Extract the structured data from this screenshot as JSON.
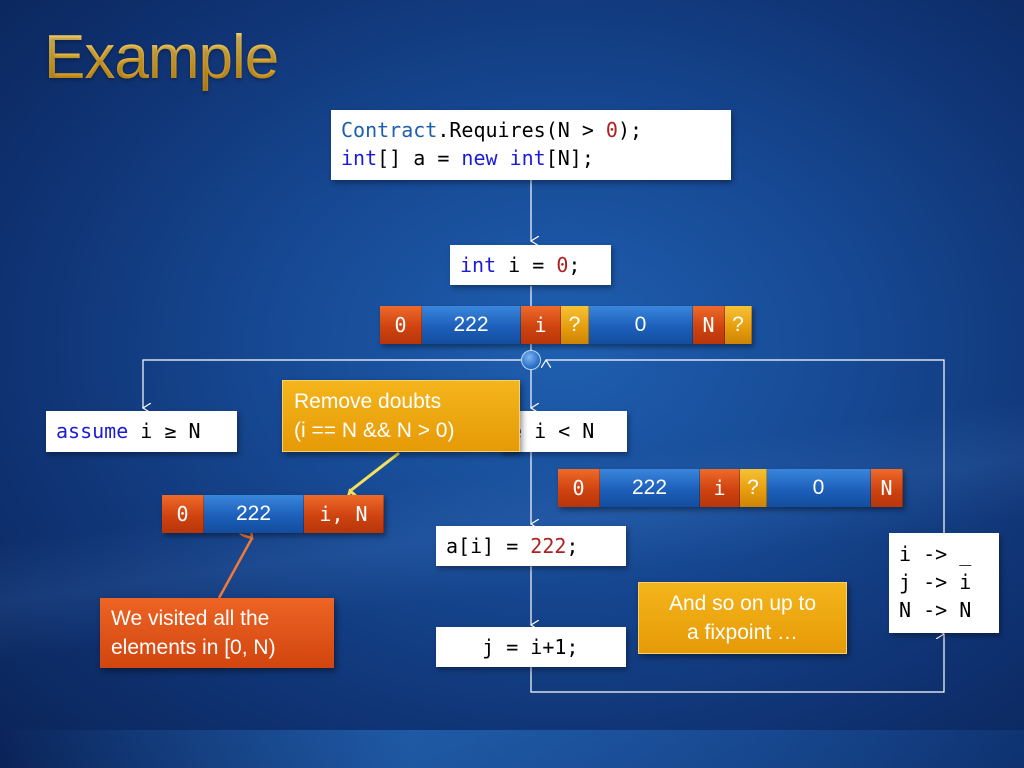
{
  "title": "Example",
  "code": {
    "precondition": {
      "kw1": "Contract",
      "rest1a": ".Requires(N > ",
      "num1": "0",
      "rest1b": ");",
      "kw2": "int",
      "rest2a": "[] a = ",
      "kw3": "new",
      "sp": " ",
      "kw4": "int",
      "rest2b": "[N];"
    },
    "init": {
      "kw": "int",
      "rest": " i = ",
      "num": "0",
      "end": ";"
    },
    "assume_ge": {
      "kw": "assume",
      "rest": " i ≥ N"
    },
    "assume_lt": {
      "kw": "e",
      "rest": " i < N"
    },
    "assign": {
      "rest": "a[i] = ",
      "num": "222",
      "end": ";"
    },
    "increment": {
      "rest": "   j = i+1;"
    },
    "renaming": [
      "i -> _",
      "j -> i",
      "N -> N"
    ]
  },
  "arrays": {
    "top": [
      "0",
      "222",
      "i",
      "?",
      "0",
      "N",
      "?"
    ],
    "loop": [
      "0",
      "222",
      "i",
      "?",
      "0",
      "N"
    ],
    "exit": [
      "0",
      "222",
      "i, N"
    ]
  },
  "notes": {
    "remove_doubts": [
      "Remove doubts",
      "(i == N && N > 0)"
    ],
    "visited": [
      "We visited all the",
      "elements in [0, N)"
    ],
    "fixpoint": [
      "And so on up to",
      "a fixpoint …"
    ]
  },
  "colors": {
    "orange": "#d2450f",
    "blue": "#1c5fba",
    "yellow": "#e59b0c",
    "title_gold": "#f2c244",
    "keyword": "#1c1cd6",
    "number": "#b02020"
  }
}
